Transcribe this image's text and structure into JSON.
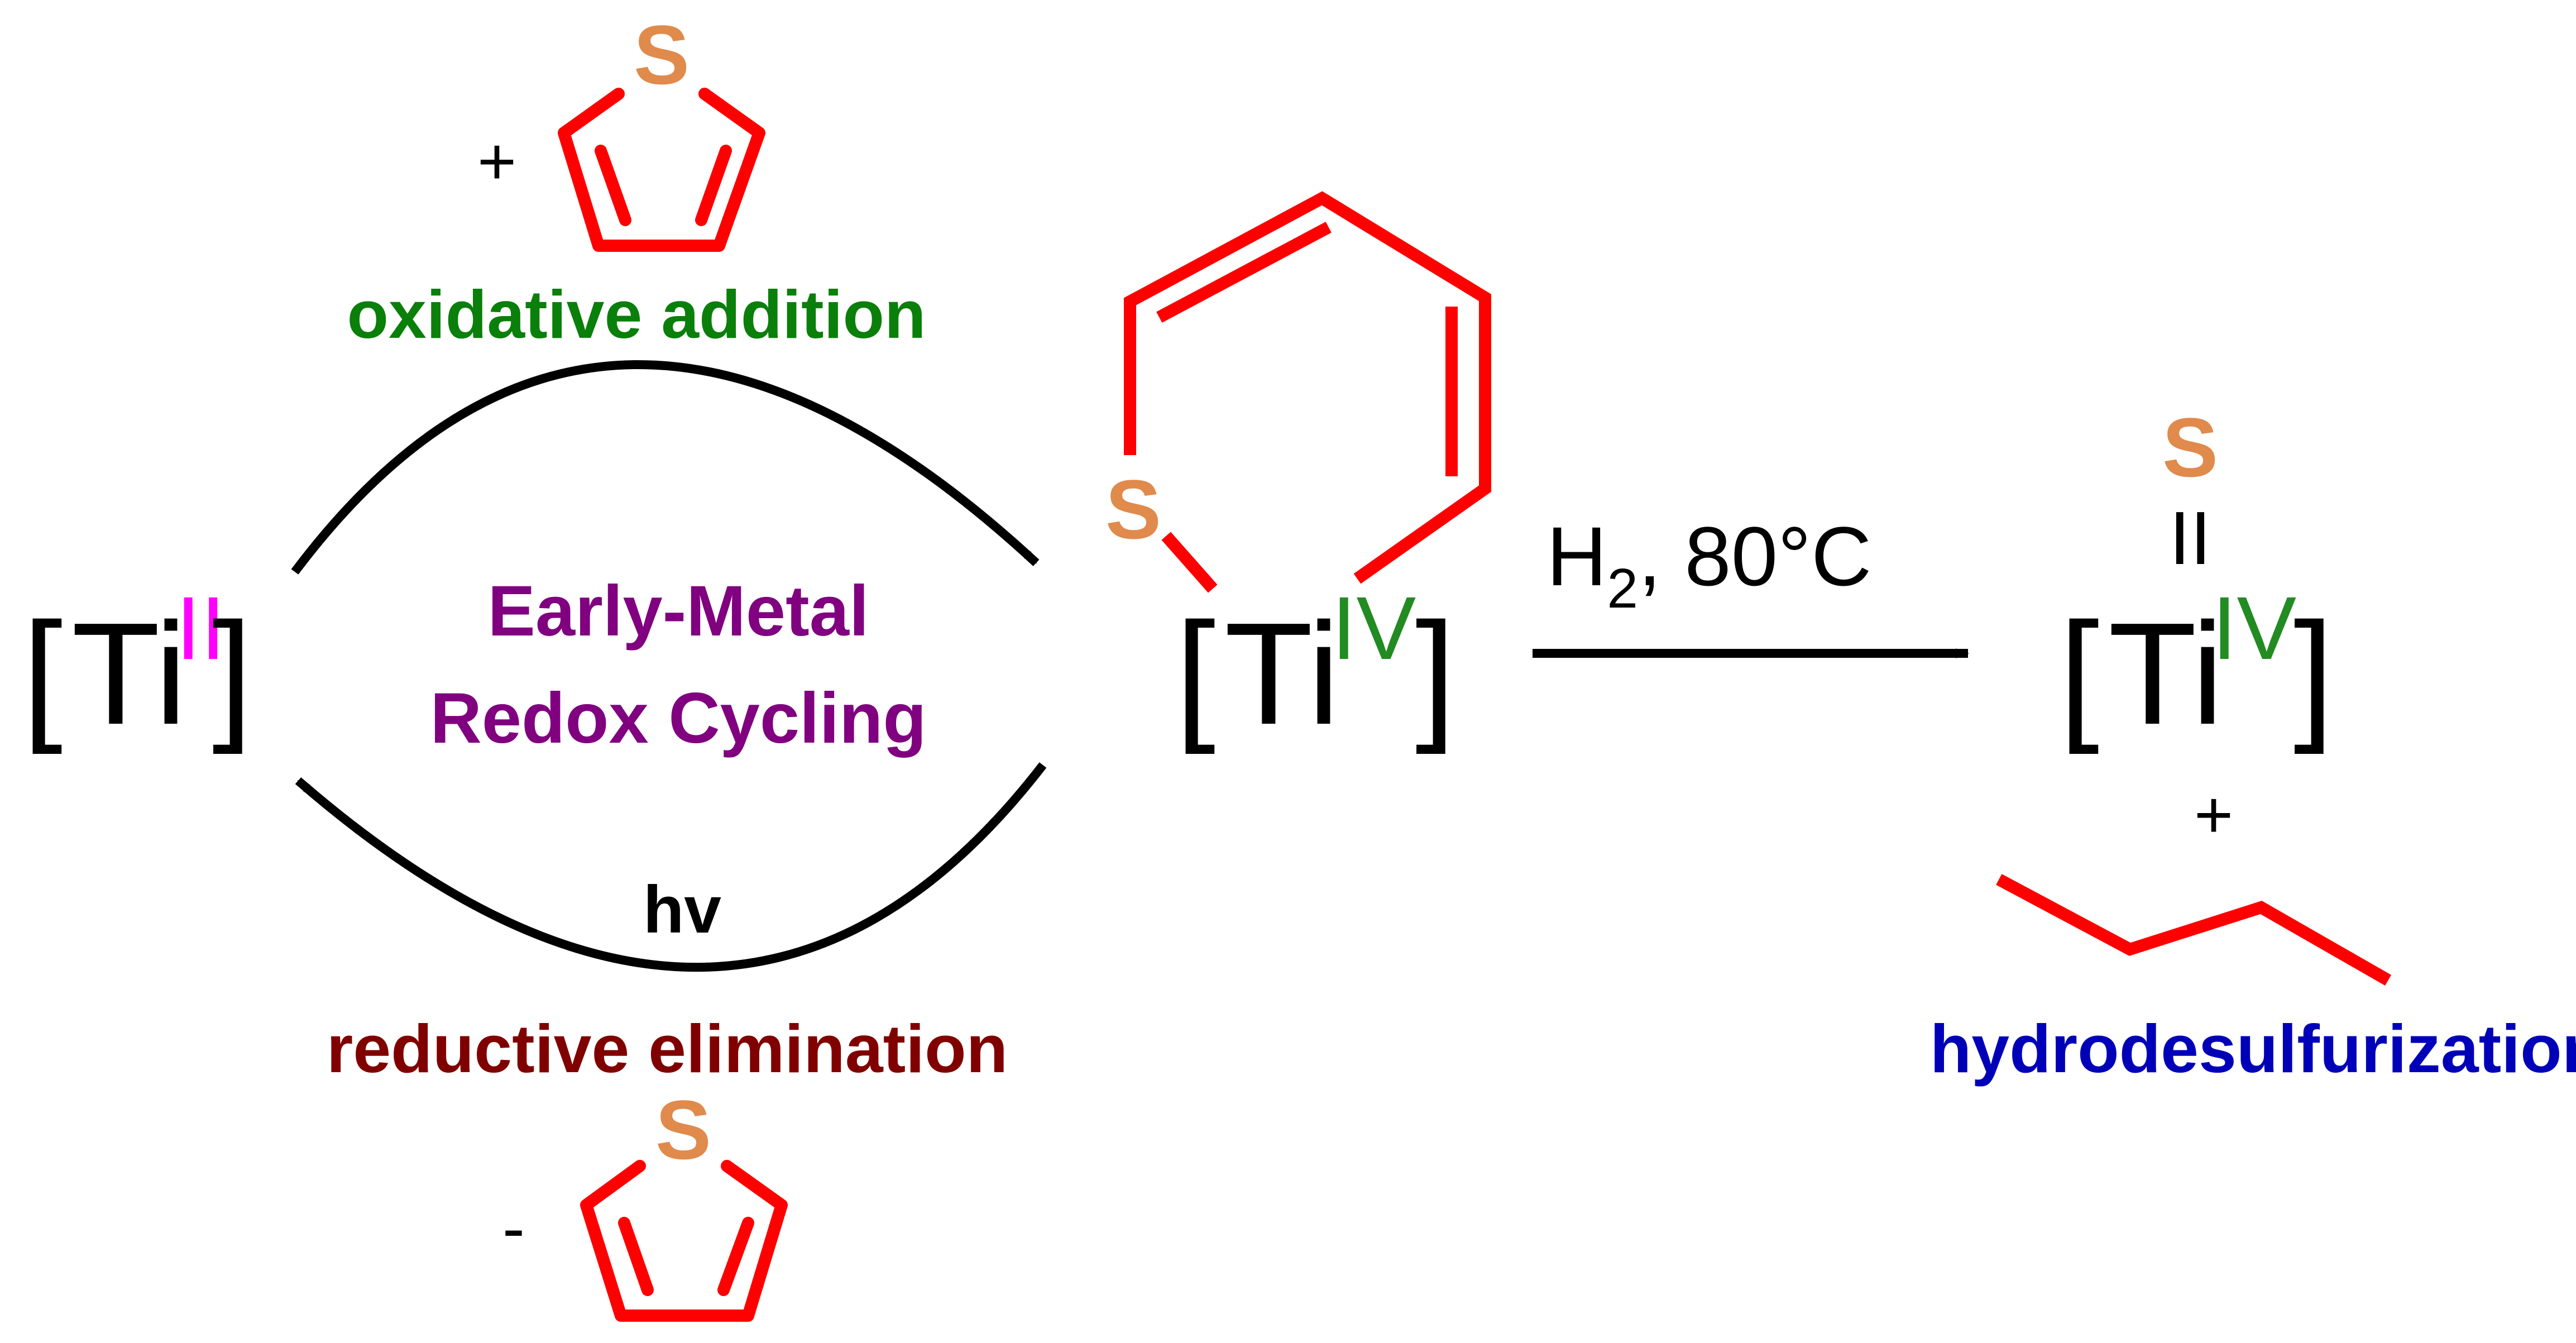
{
  "diagram": {
    "colors": {
      "sulfur": "#E08A4C",
      "ring": "#FF0000",
      "black": "#000000",
      "oxidation_II": "#FF00FF",
      "oxidation_IV": "#228B22",
      "oxidative_addition": "#0A7F0A",
      "cycle_label": "#800080",
      "reductive_elimination": "#800000",
      "hydrodesulfurization": "#0000B8"
    },
    "ti_left": {
      "open": "[",
      "element": "Ti",
      "oxidation": "II",
      "close": "]"
    },
    "ti_middle": {
      "open": "[",
      "element": "Ti",
      "oxidation": "IV",
      "close": "]"
    },
    "ti_right": {
      "open": "[",
      "element": "Ti",
      "oxidation": "IV",
      "close": "]"
    },
    "sulfur_symbol": "S",
    "double_bond_symbol": "II",
    "plus_sign": "+",
    "minus_sign": "-",
    "hv_label": "hv",
    "cycle_label_line1": "Early-Metal",
    "cycle_label_line2": "Redox Cycling",
    "oxidative_addition_label": "oxidative addition",
    "reductive_elimination_label": "reductive elimination",
    "hydrodesulfurization_label": "hydrodesulfurization",
    "conditions": {
      "h": "H",
      "subscript": "2",
      "rest": ", 80°C"
    }
  }
}
